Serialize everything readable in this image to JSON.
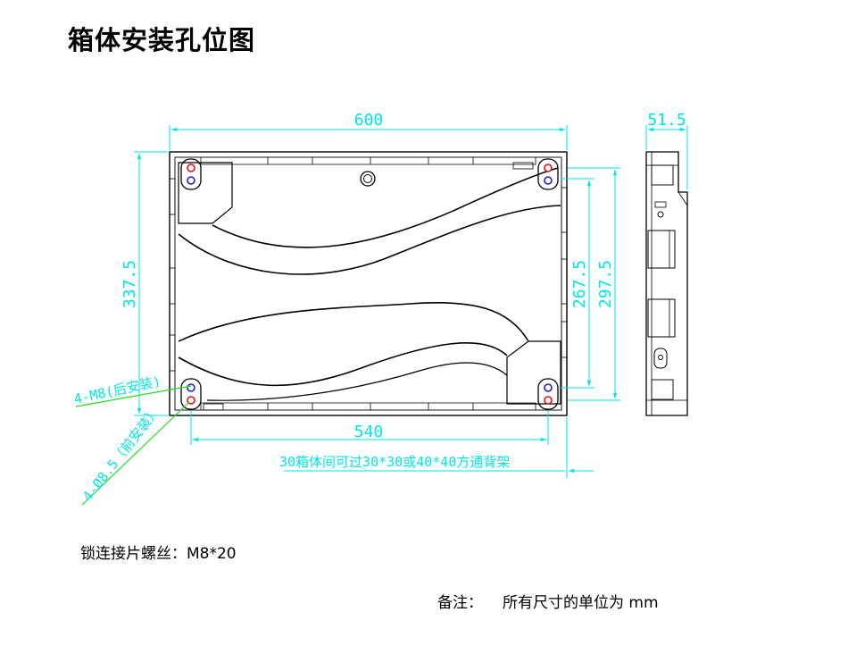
{
  "title": "箱体安装孔位图",
  "dimensions": {
    "width_total": "600",
    "side_depth": "51.5",
    "height_total": "337.5",
    "height_inner": "267.5",
    "height_mid": "297.5",
    "width_holes": "540"
  },
  "labels": {
    "rear_holes": "4-M8(后安装)",
    "front_holes": "4-Ø8.5（前安装）",
    "bracket_note": "30箱体间可过30*30或40*40方通背架"
  },
  "notes": {
    "screw_label": "锁连接片螺丝：",
    "screw_value": "M8*20",
    "remark_label": "备注：",
    "remark_text": "所有尺寸的单位为 mm"
  },
  "colors": {
    "dimension": "#00e5e5",
    "leader": "#22dd22",
    "outline": "#000000",
    "marker_red": "#e01010",
    "marker_blue": "#2020d0"
  }
}
